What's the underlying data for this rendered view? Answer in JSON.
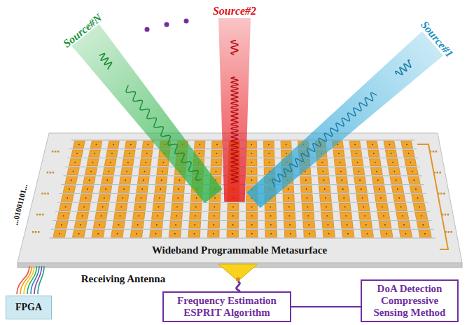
{
  "diagram": {
    "nodes": [
      {
        "text": [
          "FPGA"
        ]
      },
      {
        "text": [
          "Frequency Estimation ESPRIT Algorithm"
        ]
      },
      {
        "text": [
          "DoA Detection Compressive Sensing Method"
        ]
      }
    ],
    "edges": [
      {
        "from": 1,
        "to": 2,
        "arrow": "none"
      }
    ],
    "labels": [
      "Source#N",
      "Source#2",
      "Source#1",
      "...01001101...",
      "Wideband Programmable Metasurface",
      "Receiving Antenna"
    ]
  }
}
